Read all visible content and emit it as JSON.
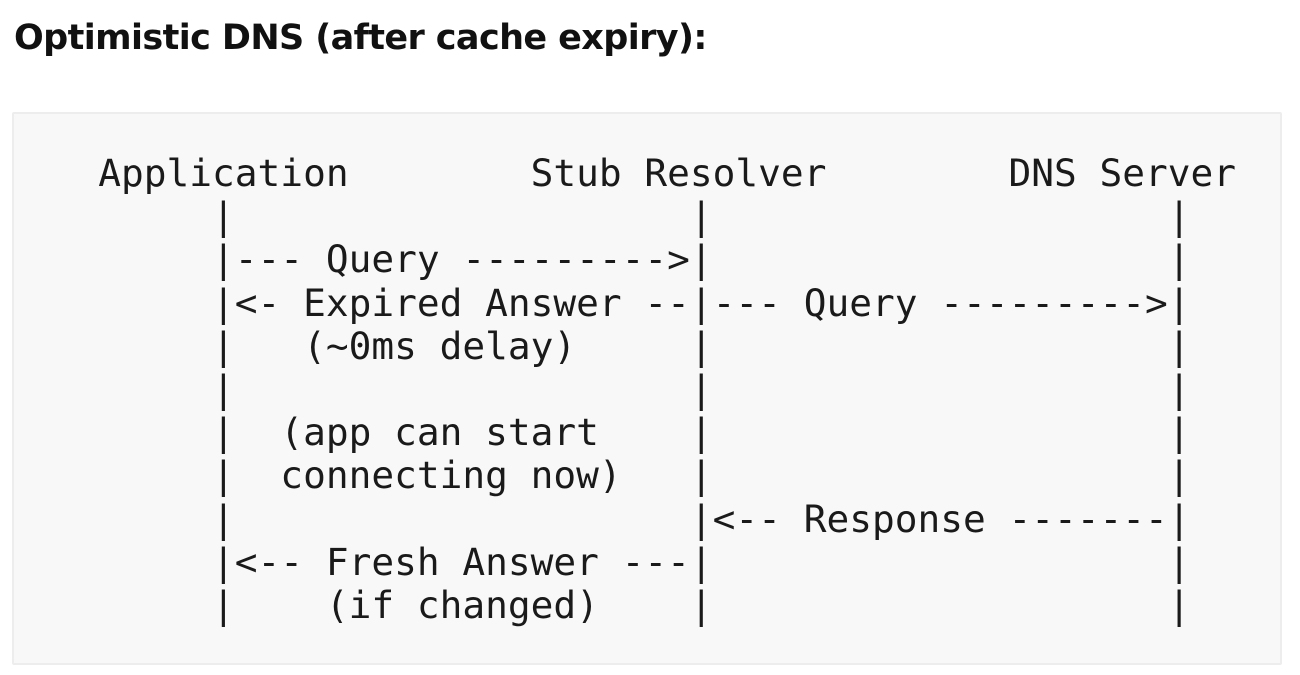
{
  "heading": "Optimistic DNS (after cache expiry):",
  "diagram": {
    "lines": [
      "   Application        Stub Resolver        DNS Server",
      "        |                    |                    |",
      "        |--- Query --------->|                    |",
      "        |<- Expired Answer --|--- Query --------->|",
      "        |   (~0ms delay)     |                    |",
      "        |                    |                    |",
      "        |  (app can start    |                    |",
      "        |  connecting now)   |                    |",
      "        |                    |<-- Response -------|",
      "        |<-- Fresh Answer ---|                    |",
      "        |    (if changed)    |                    |"
    ]
  }
}
